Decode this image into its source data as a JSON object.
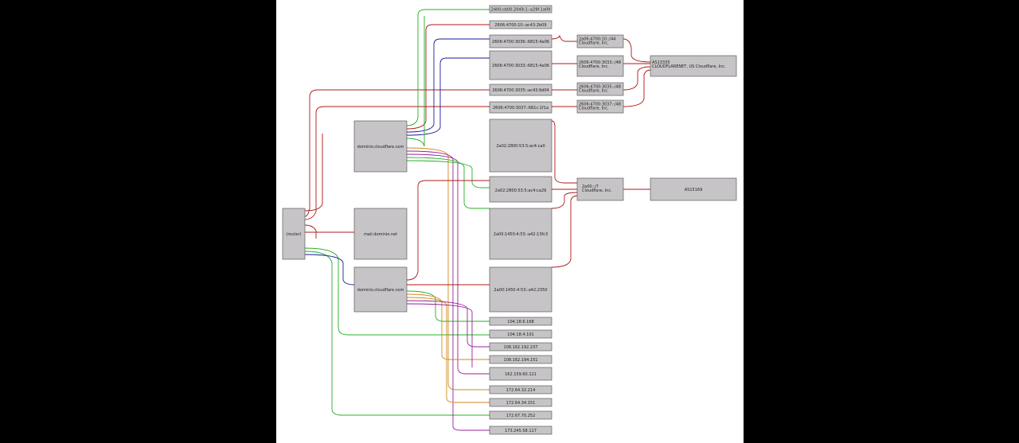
{
  "colors": {
    "background": "#000000",
    "canvas": "#ffffff",
    "node_fill": "#c6c4c6",
    "red": "#b01818",
    "green": "#26b026",
    "blue": "#1a1a9a",
    "purple": "#9a209a",
    "orange": "#d08a1a"
  },
  "nodes": {
    "source": "(router)",
    "domain_a": "dominio.cloudflare.com",
    "domain_b": "mail.dominio.net",
    "domain_c": "dominio.cloudflare.com",
    "ipv6_1": "2400:cb00:2049:1::a29f:1a09",
    "ipv6_2": "2606:4700:10::ac43:2b09",
    "ipv6_3": "2606:4700:3036::6815:4a06",
    "ipv6_4": "2606:4700:3033::6815:4a06",
    "ipv6_5": "2606:4700:3035::ac43:9d04",
    "ipv6_6": "2606:4700:3037::681c:1f1a",
    "ipv6_7": "2a02:2800:53:5:ac4:ca0",
    "ipv6_8": "2a02:2800:53:5:ac4:ca29",
    "ipv6_9": "2a00:1450:4:53::a42:13fc3",
    "ipv6_10": "2a00:1450:4:53::a42:2350",
    "ipv4_1": "104.18.6.168",
    "ipv4_2": "104.18.4.101",
    "ipv4_3": "108.162.192.237",
    "ipv4_4": "108.162.194.151",
    "ipv4_5": "162.159.60.121",
    "ipv4_6": "172.64.32.214",
    "ipv4_7": "172.64.34.151",
    "ipv4_8": "172.67.70.252",
    "ipv4_9": "173.245.58.117",
    "prefix_1": "2a06:4700:10::/44\nCloudflare, Inc.",
    "prefix_2": "2606:4700:3033::/48\nCloudflare, Inc.",
    "prefix_3": "2606:4700:3035::/48\nCloudflare, Inc.",
    "prefix_4": "2606:4700:3037::/48\nCloudflare, Inc.",
    "prefix_5": "2a00::/7\nCloudflare, Inc.",
    "asn_1": "AS13335\nCLOUDFLARENET, US Cloudflare, Inc.",
    "asn_2": "AS15169"
  }
}
